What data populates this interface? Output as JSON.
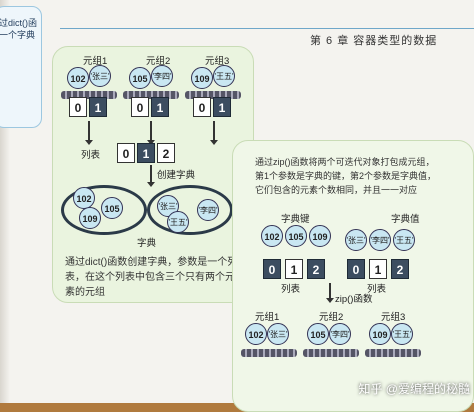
{
  "header": {
    "chapter": "第 6 章",
    "title": "容器类型的数据"
  },
  "prev_page": {
    "lines": [
      "过dict()函",
      "一个字典"
    ]
  },
  "panelA": {
    "tuple_labels": [
      "元组1",
      "元组2",
      "元组3"
    ],
    "tuples": [
      {
        "key": "102",
        "value": "'张三'",
        "idx": [
          "0",
          "1"
        ]
      },
      {
        "key": "105",
        "value": "'李四'",
        "idx": [
          "0",
          "1"
        ]
      },
      {
        "key": "109",
        "value": "'王五'",
        "idx": [
          "0",
          "1"
        ]
      }
    ],
    "list_label": "列表",
    "list_idx": [
      "0",
      "1",
      "2"
    ],
    "create_label": "创建字典",
    "dict_keys": [
      "102",
      "105",
      "109"
    ],
    "dict_values": [
      "'张三'",
      "'李四'",
      "'王五'"
    ],
    "dict_label": "字典",
    "caption": [
      "通过dict()函数创建字典，参数是一个列",
      "表，在这个列表中包含三个只有两个元",
      "素的元组"
    ]
  },
  "panelB": {
    "caption": [
      "通过zip()函数将两个可迭代对象打包成元组，",
      "第1个参数是字典的键，第2个参数是字典值，",
      "它们包含的元素个数相同，并且一一对应"
    ],
    "keys_label": "字典键",
    "values_label": "字典值",
    "keys": [
      "102",
      "105",
      "109"
    ],
    "values": [
      "'张三'",
      "'李四'",
      "'王五'"
    ],
    "keys_idx": [
      "0",
      "1",
      "2"
    ],
    "values_idx": [
      "0",
      "1",
      "2"
    ],
    "list_label_left": "列表",
    "list_label_right": "列表",
    "zip_label": "zip()函数",
    "tuple_labels": [
      "元组1",
      "元组2",
      "元组3"
    ],
    "tuples": [
      {
        "key": "102",
        "value": "'张三'"
      },
      {
        "key": "105",
        "value": "'李四'"
      },
      {
        "key": "109",
        "value": "'王五'"
      }
    ]
  },
  "watermark": "知乎 @爱编程的秘髓"
}
